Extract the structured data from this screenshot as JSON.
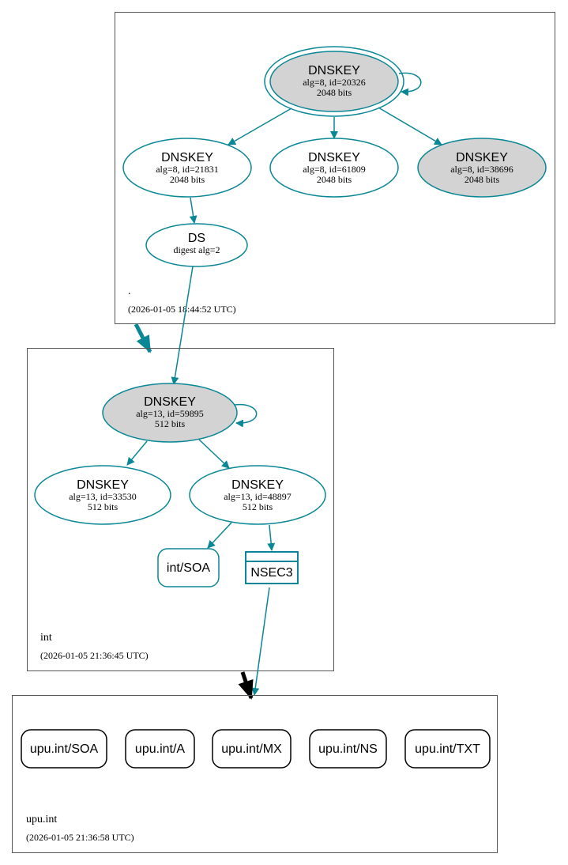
{
  "colors": {
    "teal": "#0a8796",
    "sep_fill": "#d3d3d3",
    "black": "#000000",
    "zone_border": "#555555"
  },
  "zones": {
    "root": {
      "name": ".",
      "timestamp": "(2026-01-05 18:44:52 UTC)"
    },
    "int": {
      "name": "int",
      "timestamp": "(2026-01-05 21:36:45 UTC)"
    },
    "upu": {
      "name": "upu.int",
      "timestamp": "(2026-01-05 21:36:58 UTC)"
    }
  },
  "nodes": {
    "root_ksk": {
      "title": "DNSKEY",
      "line1": "alg=8, id=20326",
      "line2": "2048 bits"
    },
    "root_zsk1": {
      "title": "DNSKEY",
      "line1": "alg=8, id=21831",
      "line2": "2048 bits"
    },
    "root_zsk2": {
      "title": "DNSKEY",
      "line1": "alg=8, id=61809",
      "line2": "2048 bits"
    },
    "root_ksk2": {
      "title": "DNSKEY",
      "line1": "alg=8, id=38696",
      "line2": "2048 bits"
    },
    "root_ds": {
      "title": "DS",
      "line1": "digest alg=2"
    },
    "int_ksk": {
      "title": "DNSKEY",
      "line1": "alg=13, id=59895",
      "line2": "512 bits"
    },
    "int_zsk1": {
      "title": "DNSKEY",
      "line1": "alg=13, id=33530",
      "line2": "512 bits"
    },
    "int_zsk2": {
      "title": "DNSKEY",
      "line1": "alg=13, id=48897",
      "line2": "512 bits"
    },
    "int_soa": {
      "title": "int/SOA"
    },
    "int_nsec3": {
      "title": "NSEC3"
    }
  },
  "records": [
    "upu.int/SOA",
    "upu.int/A",
    "upu.int/MX",
    "upu.int/NS",
    "upu.int/TXT"
  ]
}
